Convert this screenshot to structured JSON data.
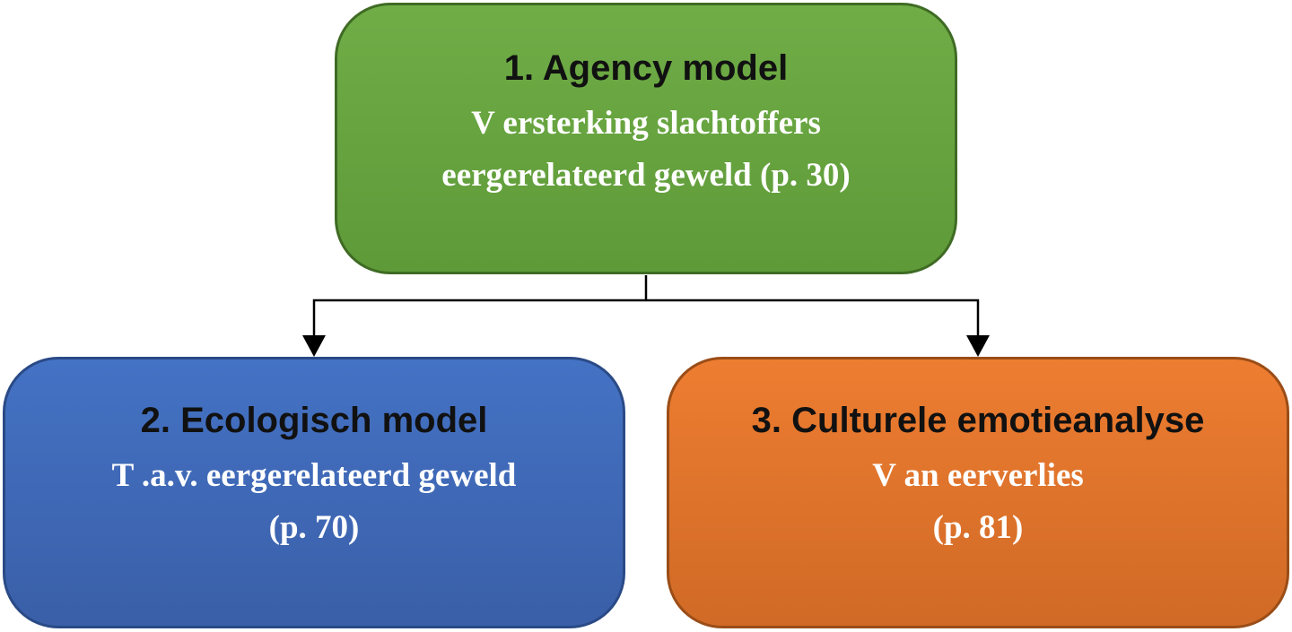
{
  "nodes": [
    {
      "id": "agency-model",
      "title": "1. Agency model",
      "body_line1": "V ersterking slachtoffers",
      "body_line2": "eergerelateerd geweld (p. 30)",
      "fill": "#70ad47",
      "border": "#3f6b24"
    },
    {
      "id": "ecologisch-model",
      "title": "2. Ecologisch model",
      "body_line1": "T .a.v. eergerelateerd geweld",
      "body_line2": "(p. 70)",
      "fill": "#4472c4",
      "border": "#2a4a86"
    },
    {
      "id": "culturele-emotieanalyse",
      "title": "3. Culturele emotieanalyse",
      "body_line1": "V an eerverlies",
      "body_line2": "(p. 81)",
      "fill": "#ed7d31",
      "border": "#9a4d17"
    }
  ],
  "edges": [
    {
      "from": "agency-model",
      "to": "ecologisch-model"
    },
    {
      "from": "agency-model",
      "to": "culturele-emotieanalyse"
    }
  ],
  "colors": {
    "connector": "#000000",
    "title_text": "#111111",
    "body_text": "#ffffff"
  }
}
